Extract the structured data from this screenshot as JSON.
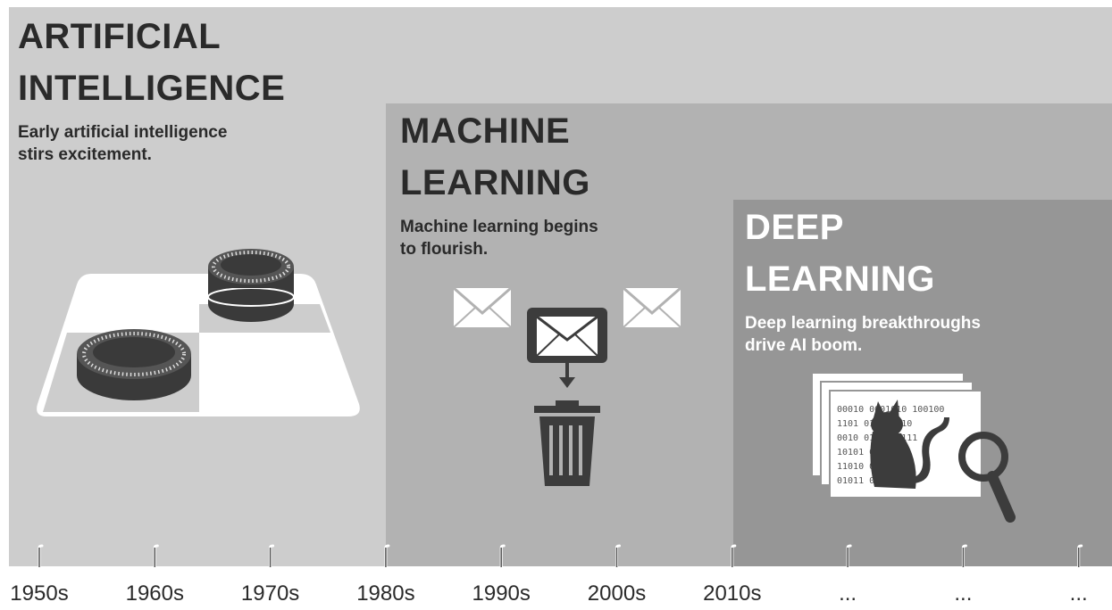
{
  "eras": [
    {
      "title_line1": "ARTIFICIAL",
      "title_line2": "INTELLIGENCE",
      "desc_line1": "Early artificial intelligence",
      "desc_line2": "stirs excitement."
    },
    {
      "title_line1": "MACHINE",
      "title_line2": "LEARNING",
      "desc_line1": "Machine learning begins",
      "desc_line2": "to flourish."
    },
    {
      "title_line1": "DEEP",
      "title_line2": "LEARNING",
      "desc_line1": "Deep learning breakthroughs",
      "desc_line2": "drive AI boom."
    }
  ],
  "timeline": {
    "labels": [
      "1950s",
      "1960s",
      "1970s",
      "1980s",
      "1990s",
      "2000s",
      "2010s",
      "...",
      "...",
      "..."
    ]
  },
  "binary_lines": [
    "00010 0001010 100100",
    "1101 0110 0110",
    "0010 0110 10111",
    "10101 0101",
    "11010 0101",
    "01011 01010"
  ],
  "colors": {
    "ai_panel": "#cdcdcd",
    "ml_panel": "#b2b2b2",
    "dl_panel": "#969696",
    "icon": "#3c3c3c"
  },
  "icons": [
    "checkers-board-icon",
    "checker-piece-icon",
    "envelope-icon",
    "mailbox-icon",
    "arrow-down-icon",
    "trash-can-icon",
    "data-pages-icon",
    "cat-icon",
    "magnifier-icon"
  ]
}
